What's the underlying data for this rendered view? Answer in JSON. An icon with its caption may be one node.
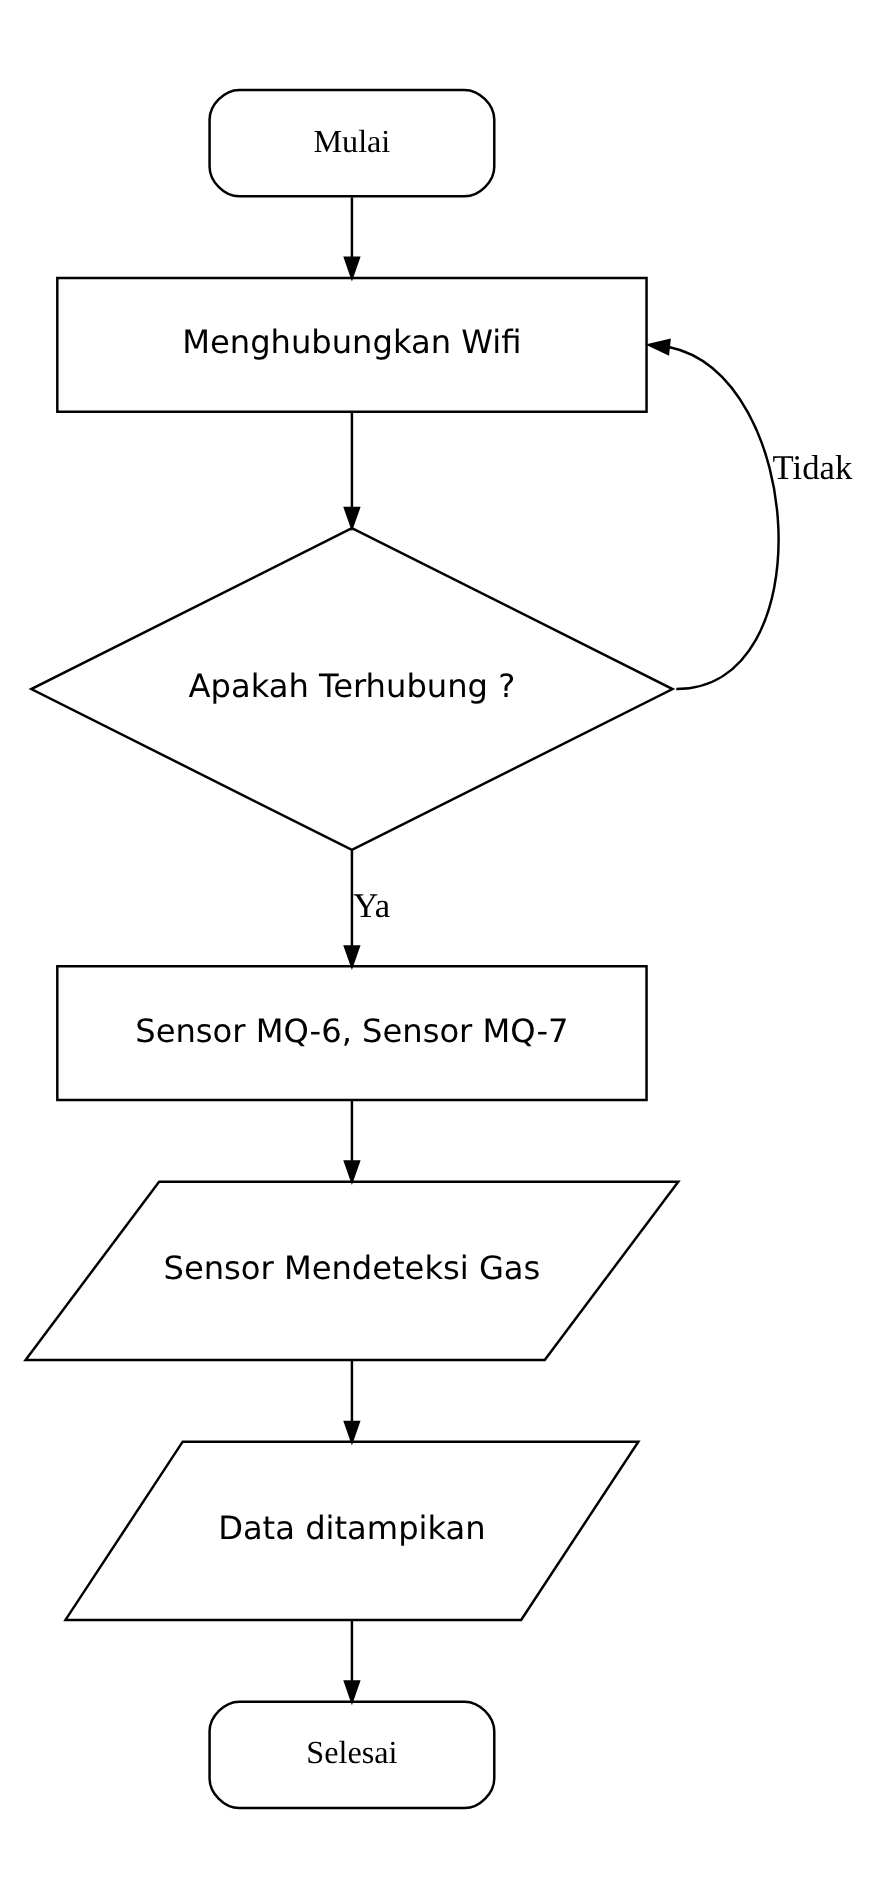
{
  "diagram": {
    "nodes": [
      {
        "text": [
          "Mulai"
        ]
      },
      {
        "text": [
          "Menghubungkan Wifi"
        ]
      },
      {
        "text": [
          "Apakah Terhubung ?"
        ]
      },
      {
        "text": [
          "Sensor MQ-6, Sensor MQ-7"
        ]
      },
      {
        "text": [
          "Sensor Mendeteksi Gas"
        ]
      },
      {
        "text": [
          "Data ditampikan"
        ]
      },
      {
        "text": [
          "Selesai"
        ]
      }
    ],
    "edges": [
      {
        "from": 0,
        "to": 1,
        "arrow": "to"
      },
      {
        "from": 1,
        "to": 2,
        "arrow": "to"
      },
      {
        "from": 2,
        "to": 1,
        "arrow": "to",
        "label": "Tidak"
      },
      {
        "from": 2,
        "to": 3,
        "arrow": "to",
        "label": "Ya"
      },
      {
        "from": 3,
        "to": 4,
        "arrow": "to"
      },
      {
        "from": 4,
        "to": 5,
        "arrow": "to"
      },
      {
        "from": 5,
        "to": 6,
        "arrow": "to"
      }
    ]
  }
}
